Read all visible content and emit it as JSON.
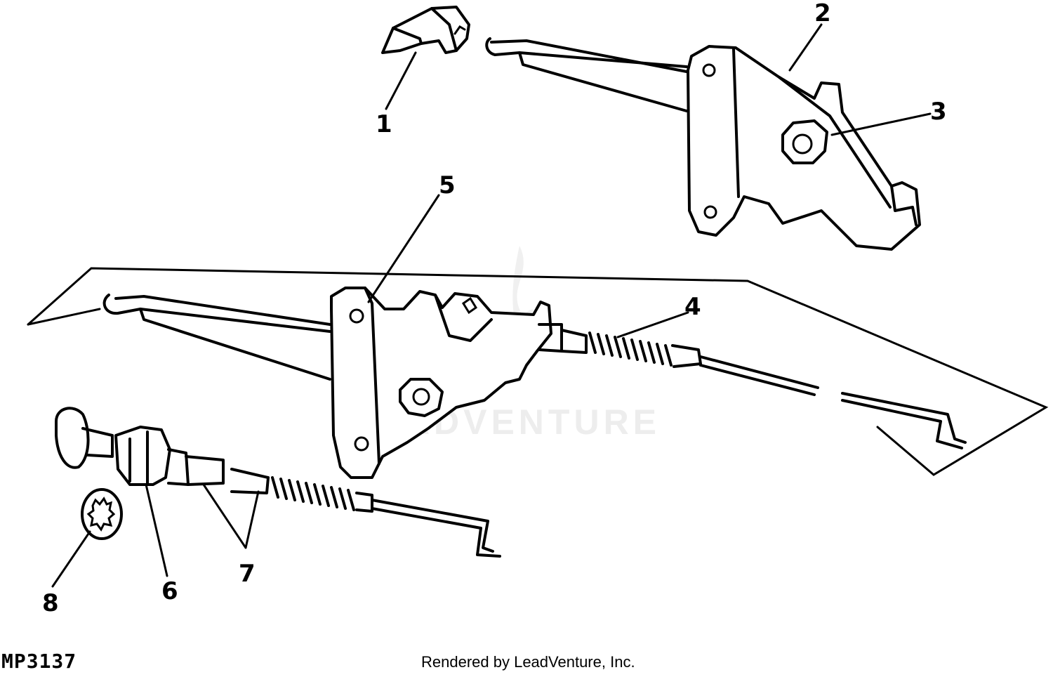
{
  "diagram": {
    "callouts": [
      {
        "id": "1",
        "label": "1"
      },
      {
        "id": "2",
        "label": "2"
      },
      {
        "id": "3",
        "label": "3"
      },
      {
        "id": "4",
        "label": "4"
      },
      {
        "id": "5",
        "label": "5"
      },
      {
        "id": "6",
        "label": "6"
      },
      {
        "id": "7",
        "label": "7"
      },
      {
        "id": "8",
        "label": "8"
      }
    ],
    "drawing_id": "MP3137",
    "credit": "Rendered by LeadVenture, Inc.",
    "watermark": "LEADVENTURE"
  }
}
